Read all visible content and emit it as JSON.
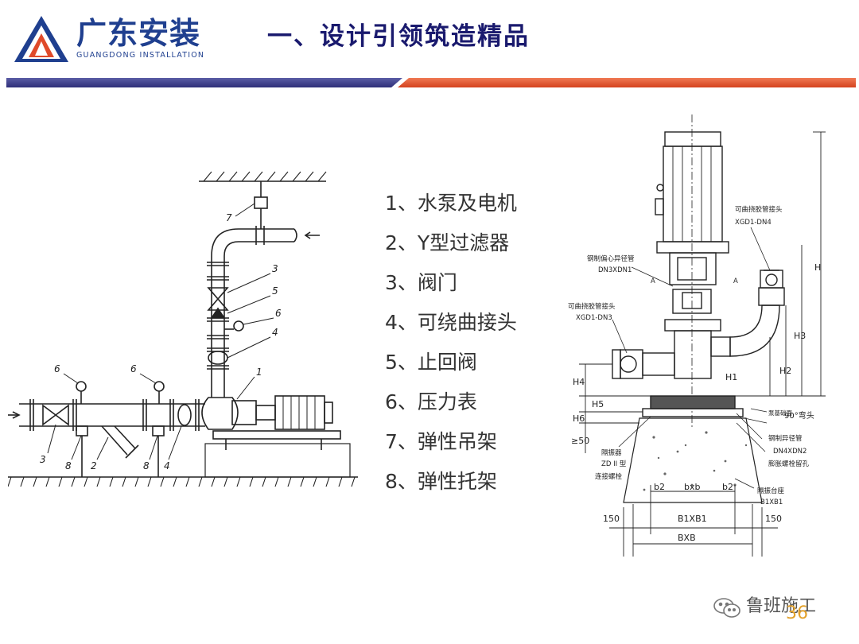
{
  "header": {
    "logo_cn": "广东安装",
    "logo_en": "GUANGDONG INSTALLATION",
    "title": "一、设计引领筑造精品",
    "colors": {
      "blue": "#1f3f8f",
      "red": "#e04a2a",
      "navy": "#1a1a6e",
      "bar_blue": "#3d3f8a",
      "bar_red": "#e0522e"
    }
  },
  "legend": [
    "1、水泵及电机",
    "2、Y型过滤器",
    "3、阀门",
    "4、可绕曲接头",
    "5、止回阀",
    "6、压力表",
    "7、弹性吊架",
    "8、弹性托架"
  ],
  "left_diagram": {
    "callouts": [
      "7",
      "3",
      "5",
      "6",
      "4",
      "1",
      "6",
      "6",
      "3",
      "8",
      "2",
      "8",
      "4"
    ]
  },
  "right_diagram": {
    "labels": {
      "flex_top": "可曲挠胶管接头",
      "flex_top_code": "XGD1-DN4",
      "reducer_top": "钢制偏心异径管",
      "reducer_top_code": "DN3XDN1",
      "flex_left": "可曲挠胶管接头",
      "flex_left_code": "XGD1-DN3",
      "section_a_left": "A",
      "section_a_right": "A",
      "elbow": "90°弯头",
      "base_plate": "泵基础面",
      "reducer_bottom": "钢制异径管",
      "reducer_bottom_code": "DN4XDN2",
      "anchor_hole": "膨胀螺栓留孔",
      "isolator": "隔振器",
      "isolator_model": "ZD II 型",
      "bolt": "连接螺栓",
      "isolation_base": "隔振台座",
      "isolation_base_code": "B1XB1",
      "dim_H": "H",
      "dim_H1": "H1",
      "dim_H2": "H2",
      "dim_H3": "H3",
      "dim_H4": "H4",
      "dim_H5": "H5",
      "dim_H6": "H6",
      "dim_50": "≥50",
      "dim_b2_left": "b2",
      "dim_bxb": "bxb",
      "dim_b2_right": "b2",
      "dim_150_left": "150",
      "dim_B1XB1": "B1XB1",
      "dim_150_right": "150",
      "dim_BXB": "BXB"
    }
  },
  "footer": {
    "watermark": "鲁班施工",
    "page_number": "36"
  }
}
